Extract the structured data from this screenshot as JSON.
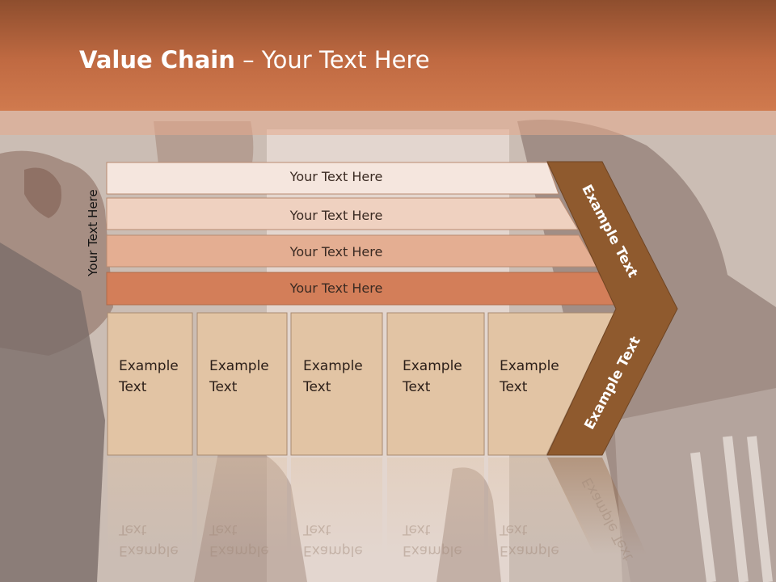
{
  "slide": {
    "title_bold": "Value Chain",
    "title_rest": " – Your Text Here",
    "side_label": "Your Text Here"
  },
  "bars": [
    {
      "label": "Your Text Here",
      "color": "#f5e6de"
    },
    {
      "label": "Your Text Here",
      "color": "#efd1c0"
    },
    {
      "label": "Your Text Here",
      "color": "#e4ae92"
    },
    {
      "label": "Your Text Here",
      "color": "#d37e59"
    }
  ],
  "boxes": [
    {
      "line1": "Example",
      "line2": "Text"
    },
    {
      "line1": "Example",
      "line2": "Text"
    },
    {
      "line1": "Example",
      "line2": "Text"
    },
    {
      "line1": "Example",
      "line2": "Text"
    },
    {
      "line1": "Example",
      "line2": "Text"
    }
  ],
  "chevron": {
    "upper_label": "Example Text",
    "lower_label": "Example Text",
    "color": "#8f5a2e"
  },
  "colors": {
    "header": "#c06a42",
    "box_fill": "#e2c4a4"
  }
}
